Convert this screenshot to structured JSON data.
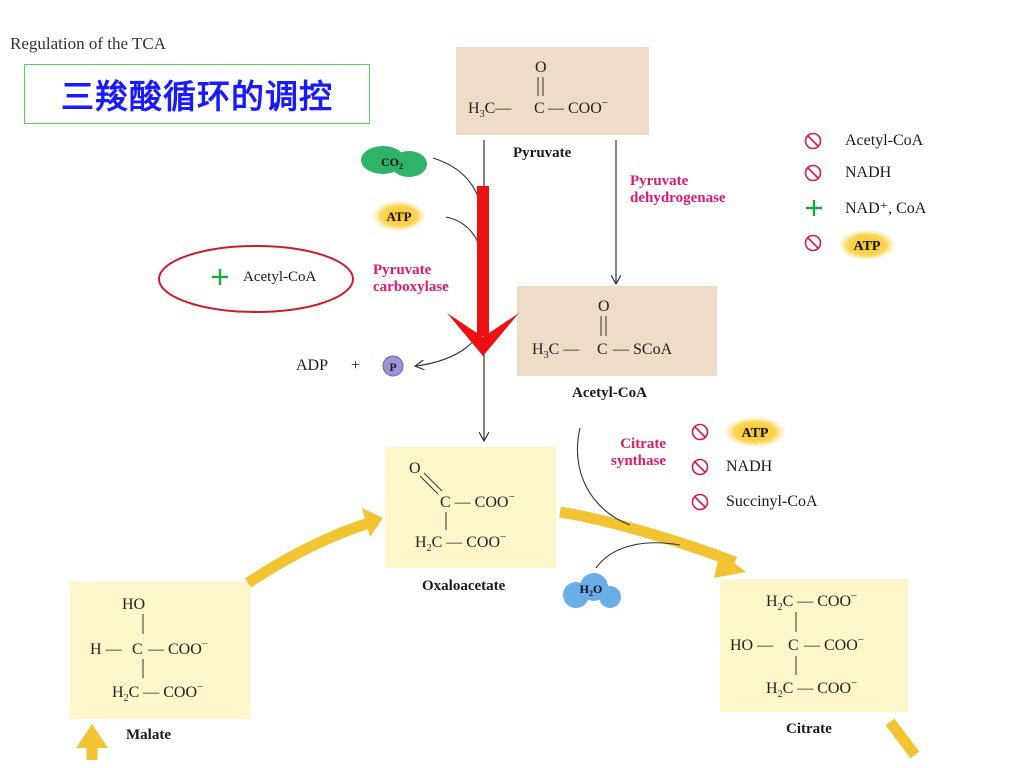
{
  "header": {
    "slide_title": "Regulation of the TCA",
    "cn_title": "三羧酸循环的调控"
  },
  "molecules": {
    "pyruvate": {
      "name": "Pyruvate",
      "o": "O",
      "left": "H",
      "l_sub": "3",
      "mid": "C—",
      "c": "C",
      "right": "— COO",
      "charge": "−"
    },
    "acetylcoa": {
      "name": "Acetyl-CoA",
      "o": "O",
      "left": "H",
      "l_sub": "3",
      "mid": "C —",
      "c": "C",
      "right": "— SCoA"
    },
    "oxaloacetate": {
      "name": "Oxaloacetate",
      "o": "O",
      "c1": "C — COO",
      "charge": "−",
      "h2": "H",
      "h2_sub": "2",
      "c2": "C — COO"
    },
    "malate": {
      "name": "Malate",
      "ho": "HO",
      "h": "H —",
      "c": "C",
      "coo": "— COO",
      "charge": "−",
      "h2": "H",
      "h2_sub": "2",
      "c2": "C — COO"
    },
    "citrate": {
      "name": "Citrate",
      "h2": "H",
      "h2_sub": "2",
      "c_top": "C — COO",
      "ho": "HO —",
      "c": "C",
      "coo": "— COO",
      "charge": "−",
      "c_bot": "C — COO"
    }
  },
  "badges": {
    "co2": {
      "text": "CO",
      "sub": "2",
      "color": "#2fb36b"
    },
    "atp": {
      "text": "ATP",
      "color": "#f5c518"
    },
    "p": {
      "text": "P",
      "color": "#9b94d6"
    },
    "h2o": {
      "text": "H",
      "sub": "2",
      "tail": "O",
      "color": "#6aaee8"
    }
  },
  "enzymes": {
    "pdh": [
      "Pyruvate",
      "dehydrogenase"
    ],
    "pc": [
      "Pyruvate",
      "carboxylase"
    ],
    "cs": [
      "Citrate",
      "synthase"
    ]
  },
  "products": {
    "adp": "ADP",
    "plus": "+"
  },
  "regulators": {
    "pc_activator": {
      "sign": "+",
      "text": "Acetyl-CoA"
    },
    "pdh": [
      {
        "sign": "inhibit",
        "text": "Acetyl-CoA"
      },
      {
        "sign": "inhibit",
        "text": "NADH"
      },
      {
        "sign": "+",
        "text": "NAD⁺, CoA"
      },
      {
        "sign": "inhibit",
        "text": "ATP"
      }
    ],
    "cs": [
      {
        "sign": "inhibit",
        "text": "ATP"
      },
      {
        "sign": "inhibit",
        "text": "NADH"
      },
      {
        "sign": "inhibit",
        "text": "Succinyl-CoA"
      }
    ]
  },
  "colors": {
    "activator": "#1aaa3a",
    "inhibitor": "#d0185c",
    "enzyme": "#e0196c",
    "highlight_arrow": "#ee1111",
    "cycle_arrow": "#f2c431",
    "circle": "#d01a2a"
  }
}
